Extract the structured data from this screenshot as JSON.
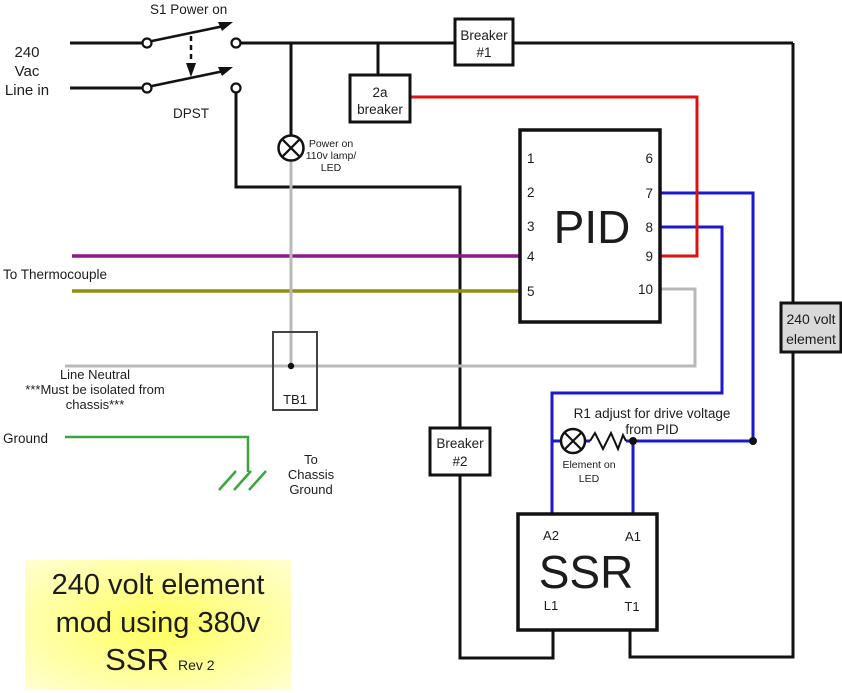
{
  "colors": {
    "black": "#111111",
    "red": "#dd1111",
    "blue": "#1a1acc",
    "purple": "#8b1a8b",
    "olive": "#8f8f10",
    "gray": "#b9b9b9",
    "green": "#3aa53a",
    "element_fill": "#d9d9d9",
    "title_center": "#ffff5c",
    "title_edge": "#ffffd9"
  },
  "labels": {
    "line_in": [
      "240",
      "Vac",
      "Line in"
    ],
    "s1": "S1 Power on",
    "dpst": "DPST",
    "breaker1": [
      "Breaker",
      "#1"
    ],
    "breaker_2a": [
      "2a",
      "breaker"
    ],
    "power_lamp": [
      "Power on",
      "110v lamp/",
      "LED"
    ],
    "pid": "PID",
    "pid_pins_left": [
      "1",
      "2",
      "3",
      "4",
      "5"
    ],
    "pid_pins_right": [
      "6",
      "7",
      "8",
      "9",
      "10"
    ],
    "thermocouple": "To Thermocouple",
    "neutral": [
      "Line Neutral",
      "***Must be isolated from",
      "chassis***"
    ],
    "tb1": "TB1",
    "ground": "Ground",
    "chassis": [
      "To",
      "Chassis",
      "Ground"
    ],
    "breaker2": [
      "Breaker",
      "#2"
    ],
    "r1_note": [
      "R1 adjust for drive voltage",
      "from PID"
    ],
    "element_led": [
      "Element on",
      "LED"
    ],
    "ssr": "SSR",
    "ssr_pins": [
      "A2",
      "A1",
      "L1",
      "T1"
    ],
    "element_box": [
      "240 volt",
      "element"
    ],
    "title": [
      "240 volt element",
      "mod using 380v",
      "SSR"
    ],
    "title_rev": "Rev 2"
  }
}
